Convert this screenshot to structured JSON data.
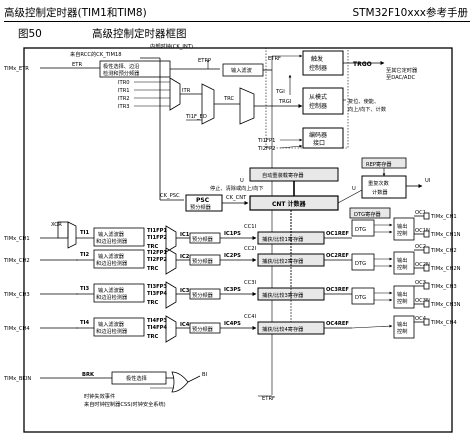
{
  "header": {
    "left": "高级控制定时器(TIM1和TIM8)",
    "right": "STM32F10xxx参考手册"
  },
  "figure": {
    "number": "图50",
    "title": "高级控制定时器框图"
  },
  "inputs": {
    "etr": "TIMx_ETR",
    "ch1": "TIMx_CH1",
    "ch2": "TIMx_CH2",
    "ch3": "TIMx_CH3",
    "ch4": "TIMx_CH4",
    "bkin": "TIMx_BKIN"
  },
  "outputs": {
    "ch1": "TIMx_CH1",
    "ch1n": "TIMx_CH1N",
    "ch2": "TIMx_CH2",
    "ch2n": "TIMx_CH2N",
    "ch3": "TIMx_CH3",
    "ch3n": "TIMx_CH3N",
    "ch4": "TIMx_CH4"
  },
  "clock": {
    "internal": "内部时钟(CK_INT)",
    "rcc": "来自RCC的CK_TIM18"
  },
  "etr": {
    "etr_label": "ETR",
    "etrp": "ETRP",
    "etrf": "ETRF",
    "polarity_line1": "极性选择、边沿",
    "polarity_line2": "检测和预分频器",
    "filter": "输入滤波"
  },
  "trigger": {
    "ctrl_line1": "触发",
    "ctrl_line2": "控制器",
    "trgo": "TRGO",
    "trgo_dest_line1": "至其它定时器",
    "trgo_dest_line2": "至DAC/ADC",
    "trc": "TRC",
    "trgi": "TRGI",
    "tgi": "TGI"
  },
  "itr": [
    "ITR0",
    "ITR1",
    "ITR2",
    "ITR3"
  ],
  "itr_label": "ITR",
  "ti1f_ed": "TI1F_ED",
  "slave": {
    "line1": "从模式",
    "line2": "控制器",
    "modes": "复位、使能、",
    "modes2": "向上/向下、计数"
  },
  "encoder": {
    "line1": "编码器",
    "line2": "接口"
  },
  "tifp": {
    "a": "TI1FP1",
    "b": "TI2FP2"
  },
  "autoreload": "自动重装载寄存器",
  "rep_reg": "REP寄存器",
  "rep_counter_line1": "重复次数",
  "rep_counter_line2": "计数器",
  "ck_psc": "CK_PSC",
  "ck_cnt": "CK_CNT",
  "psc_line1": "PSC",
  "psc_line2": "预分频器",
  "cnt": "CNT 计数器",
  "ctrl_text": "停止、清除或向上/向下",
  "ui": "UI",
  "u": "U",
  "dtg_reg": "DTG寄存器",
  "xor": "XOR",
  "ti_labels": [
    "TI1",
    "TI2",
    "TI3",
    "TI4"
  ],
  "filter_line1": "输入滤波器",
  "filter_line2": "和边沿检测器",
  "tifp_groups": [
    [
      "TI1FP1",
      "TI1FP2"
    ],
    [
      "TI2FP1",
      "TI2FP2"
    ],
    [
      "TI3FP3",
      "TI3FP4"
    ],
    [
      "TI4FP3",
      "TI4FP4"
    ]
  ],
  "ic": [
    "IC1",
    "IC2",
    "IC3",
    "IC4"
  ],
  "icps": [
    "IC1PS",
    "IC2PS",
    "IC3PS",
    "IC4PS"
  ],
  "prescaler": "预分频器",
  "capcomp": [
    "捕获/比较1寄存器",
    "捕获/比较2寄存器",
    "捕获/比较3寄存器",
    "捕获/比较4寄存器"
  ],
  "cc": [
    "CC1I",
    "CC2I",
    "CC3I",
    "CC4I"
  ],
  "ocref": [
    "OC1REF",
    "OC2REF",
    "OC3REF",
    "OC4REF"
  ],
  "dtg": "DTG",
  "out_ctrl_line1": "输出",
  "out_ctrl_line2": "控制",
  "oc": [
    "OC1",
    "OC1N",
    "OC2",
    "OC2N",
    "OC3",
    "OC3N",
    "OC4"
  ],
  "brk": {
    "label": "BRK",
    "polarity": "极性选择",
    "bi": "BI",
    "clock_fail_line1": "时钟失效事件",
    "clock_fail_line2": "来自时钟控制器CSS(时钟安全系统)"
  },
  "etrf_bottom": "ETRF",
  "trc_label": "TRC"
}
